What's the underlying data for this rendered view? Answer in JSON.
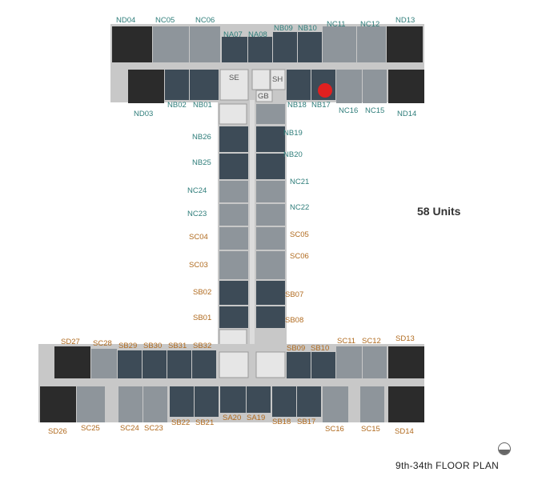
{
  "summary": {
    "units_label": "58 Units",
    "plan_title": "9th-34th FLOOR PLAN"
  },
  "north_labels": {
    "ND04": "ND04",
    "NC05": "NC05",
    "NC06": "NC06",
    "NA07": "NA07",
    "NA08": "NA08",
    "NB09": "NB09",
    "NB10": "NB10",
    "NC11": "NC11",
    "NC12": "NC12",
    "ND13": "ND13",
    "ND03": "ND03",
    "NB02": "NB02",
    "NB01": "NB01",
    "NB18": "NB18",
    "NB17": "NB17",
    "NC16": "NC16",
    "NC15": "NC15",
    "ND14": "ND14",
    "NB26": "NB26",
    "NB19": "NB19",
    "NB25": "NB25",
    "NB20": "NB20",
    "NC24": "NC24",
    "NC21": "NC21",
    "NC23": "NC23",
    "NC22": "NC22"
  },
  "south_labels": {
    "SC04": "SC04",
    "SC05": "SC05",
    "SC03": "SC03",
    "SC06": "SC06",
    "SB02": "SB02",
    "SB07": "SB07",
    "SB01": "SB01",
    "SB08": "SB08",
    "SD27": "SD27",
    "SC28": "SC28",
    "SB29": "SB29",
    "SB30": "SB30",
    "SB31": "SB31",
    "SB32": "SB32",
    "SB09": "SB09",
    "SB10": "SB10",
    "SC11": "SC11",
    "SC12": "SC12",
    "SD13": "SD13",
    "SD26": "SD26",
    "SC25": "SC25",
    "SC24": "SC24",
    "SC23": "SC23",
    "SB22": "SB22",
    "SB21": "SB21",
    "SA20": "SA20",
    "SA19": "SA19",
    "SB18": "SB18",
    "SB17": "SB17",
    "SC16": "SC16",
    "SC15": "SC15",
    "SD14": "SD14"
  },
  "core_labels": {
    "SE": "SE",
    "SH": "SH",
    "GB": "GB"
  },
  "colors": {
    "dark_unit": "#2b2b2b",
    "mid_unit": "#3d4b57",
    "light_unit": "#8e959b",
    "corridor": "#c8c8c8",
    "north_label": "#2e7d7a",
    "south_label": "#b06a1e",
    "marker": "#e02020"
  }
}
